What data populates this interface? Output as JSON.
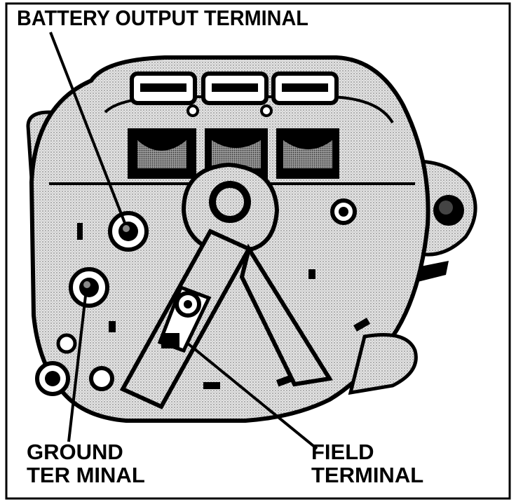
{
  "labels": {
    "battery_output_terminal": "BATTERY OUTPUT TERMINAL",
    "ground_terminal": [
      "GROUND",
      "TER MINAL"
    ],
    "field_terminal": [
      "FIELD",
      "TERMINAL"
    ]
  },
  "colors": {
    "ink": "#000000",
    "paper": "#ffffff",
    "shade": "#cfcfcf",
    "shade_dark": "#9a9a9a"
  }
}
